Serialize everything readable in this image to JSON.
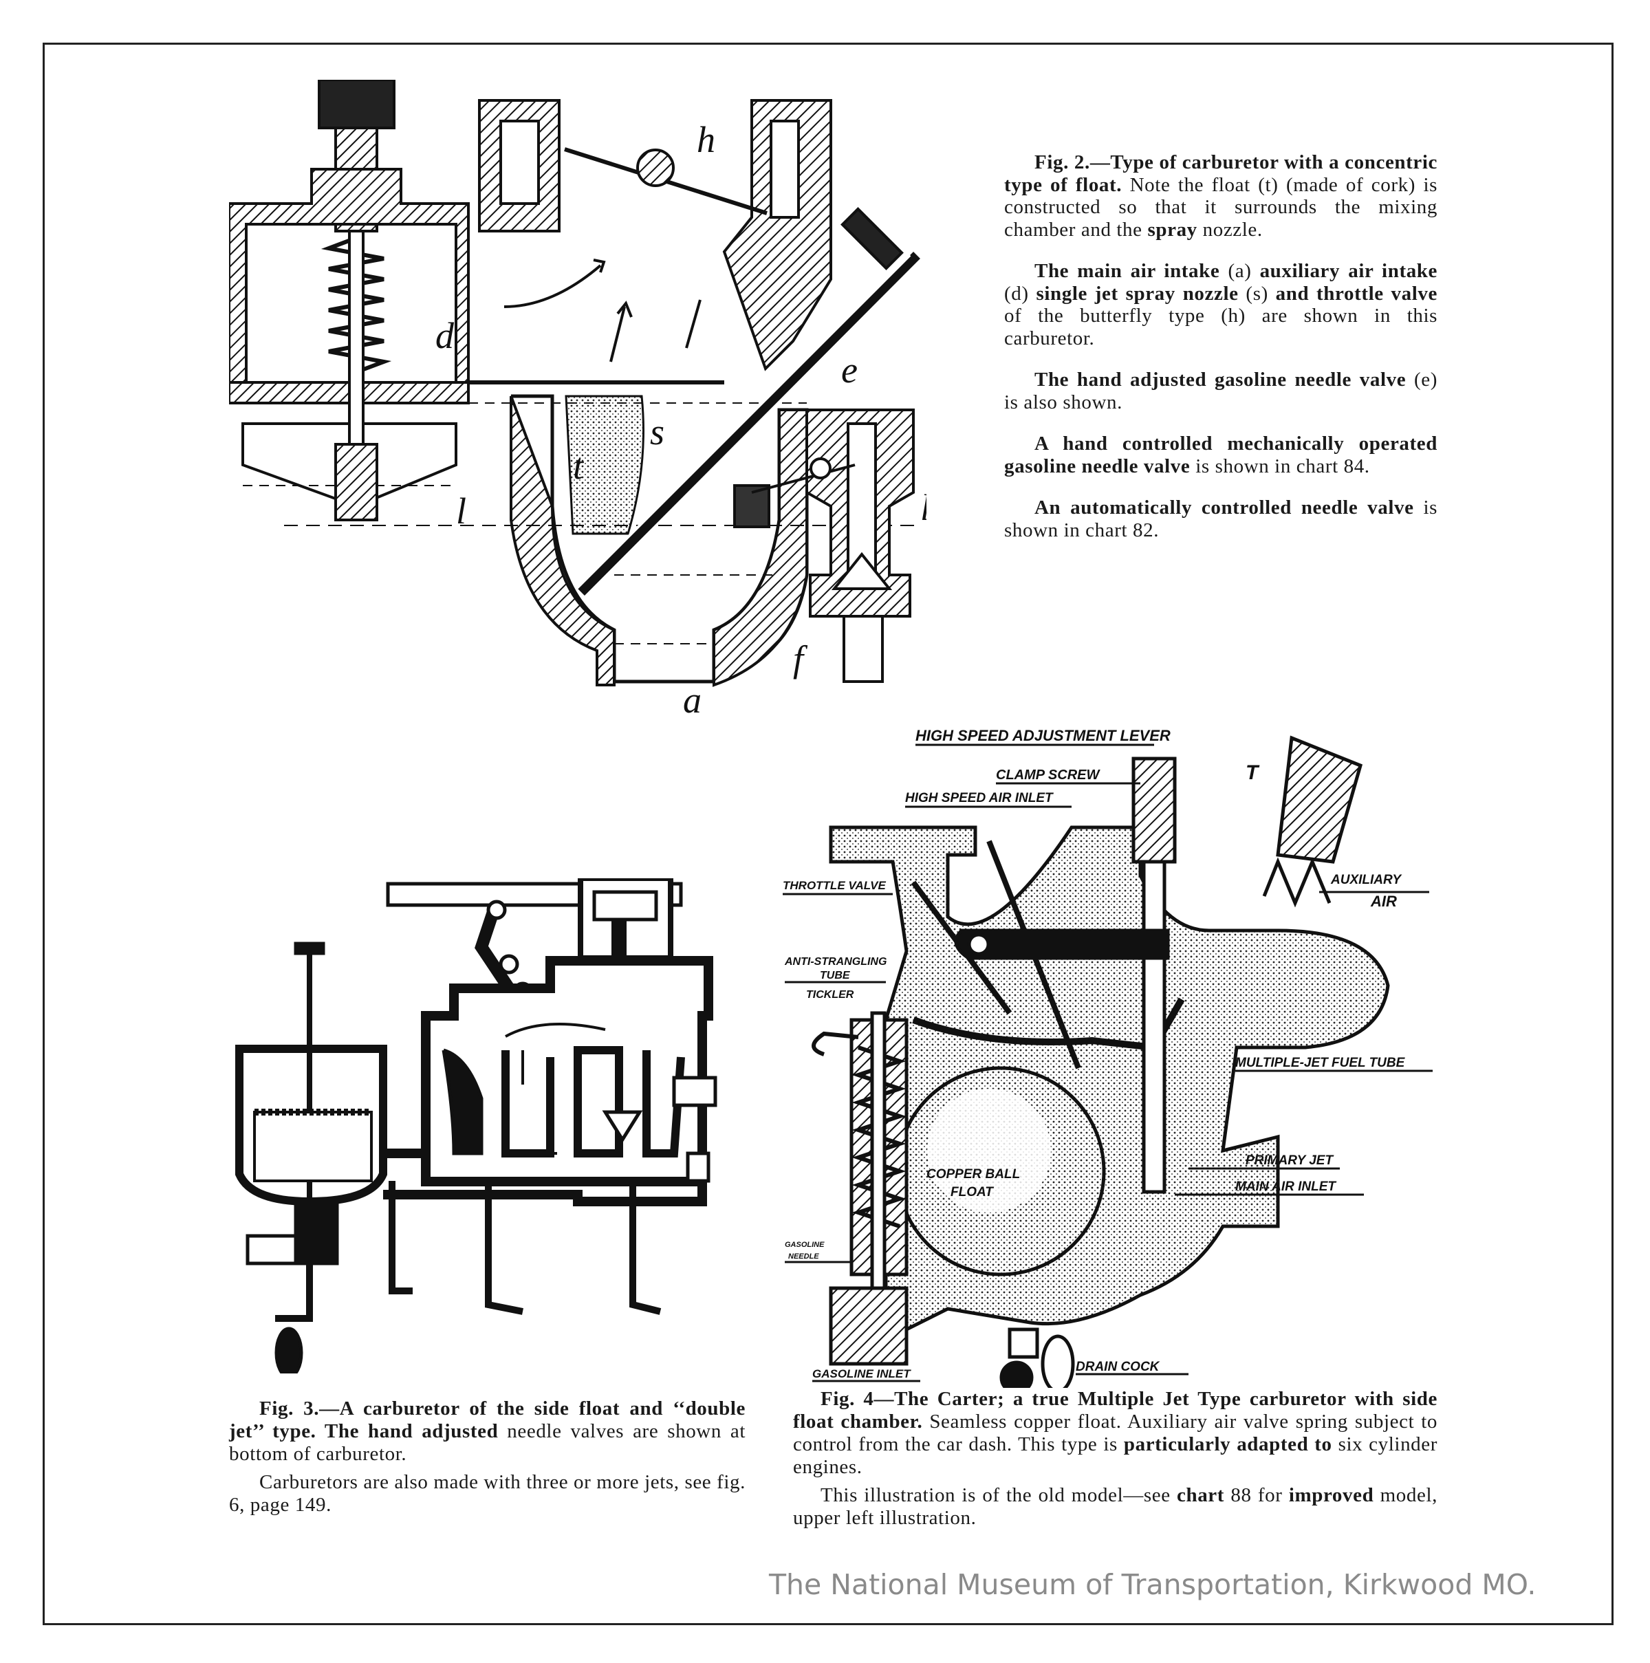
{
  "fig2": {
    "labels": {
      "h": "h",
      "d": "d",
      "e": "e",
      "s": "s",
      "t": "t",
      "l_left": "l",
      "l_right": "l",
      "f": "f",
      "a": "a"
    },
    "paragraphs": [
      [
        {
          "t": "Fig. 2.—Type of carburetor with a concentric type of float."
        },
        {
          "t": " Note the float (t) (made of cork) is constructed so that it surrounds the mixing chamber and the "
        },
        {
          "t": "spray"
        },
        {
          "t": " nozzle."
        }
      ],
      [
        {
          "t": "The main air intake"
        },
        {
          "t": " (a) "
        },
        {
          "t": "auxiliary air intake"
        },
        {
          "t": " (d) "
        },
        {
          "t": "single jet spray nozzle"
        },
        {
          "t": " (s) "
        },
        {
          "t": "and throttle valve"
        },
        {
          "t": " of the butterfly type (h) are shown in this carburetor."
        }
      ],
      [
        {
          "t": "The hand adjusted gasoline needle valve"
        },
        {
          "t": " (e) is also shown."
        }
      ],
      [
        {
          "t": "A hand controlled mechanically operated gasoline needle valve"
        },
        {
          "t": " is shown in chart 84."
        }
      ],
      [
        {
          "t": "An automatically controlled needle valve"
        },
        {
          "t": " is shown in chart 82."
        }
      ]
    ]
  },
  "fig3": {
    "paragraphs": [
      [
        {
          "t": "Fig. 3.—A carburetor of the side float and ‘‘double jet’’ type. The hand adjusted"
        },
        {
          "t": " needle valves are shown at bottom of carburetor."
        }
      ],
      [
        {
          "t": "Carburetors are also made with three or more jets, see fig. 6, page 149."
        }
      ]
    ]
  },
  "fig4": {
    "labels": {
      "high_speed_lever": "HIGH SPEED ADJUSTMENT LEVER",
      "clamp_screw": "CLAMP SCREW",
      "high_speed_air": "HIGH SPEED AIR INLET",
      "throttle": "THROTTLE VALVE",
      "auxiliary": "AUXILIARY",
      "air": "AIR",
      "anti_strangling": "ANTI-STRANGLING",
      "tube": "TUBE",
      "tickler": "TICKLER",
      "fuel_tube": "MULTIPLE-JET FUEL TUBE",
      "copper": "COPPER BALL",
      "float": "FLOAT",
      "primary_jet": "PRIMARY JET",
      "main_air": "MAIN AIR INLET",
      "gasoline": "GASOLINE",
      "needle": "NEEDLE",
      "gas_inlet": "GASOLINE INLET",
      "drain": "DRAIN COCK",
      "t": "T"
    },
    "paragraphs": [
      [
        {
          "t": "Fig. 4—The Carter; a true Multiple Jet Type carburetor with side float chamber."
        },
        {
          "t": " Seamless copper float. Auxiliary air valve spring subject to control from the car dash. This type is "
        },
        {
          "t": "particularly adapted to"
        },
        {
          "t": " six cylinder engines."
        }
      ],
      [
        {
          "t": "This illustration is of the old model—see "
        },
        {
          "t": "chart"
        },
        {
          "t": " 88 for "
        },
        {
          "t": "improved"
        },
        {
          "t": " model, upper left illustration."
        }
      ]
    ]
  },
  "watermark": "The National Museum of Transportation, Kirkwood MO."
}
